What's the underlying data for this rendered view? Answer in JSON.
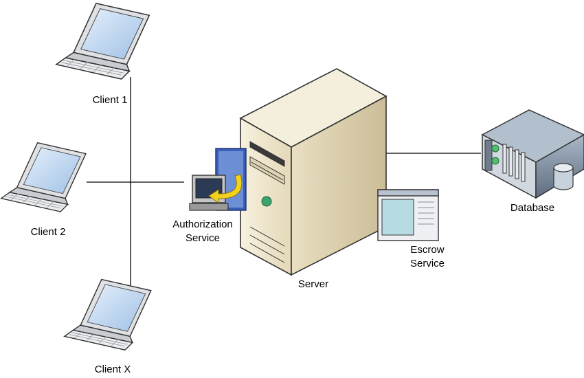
{
  "nodes": {
    "client_1": {
      "label": "Client 1",
      "icon": "laptop-icon"
    },
    "client_2": {
      "label": "Client 2",
      "icon": "laptop-icon"
    },
    "client_x": {
      "label": "Client X",
      "icon": "laptop-icon"
    },
    "authorization_service": {
      "label_line1": "Authorization",
      "label_line2": "Service",
      "icon": "authorization-icon"
    },
    "server": {
      "label": "Server",
      "icon": "tower-server-icon"
    },
    "escrow_service": {
      "label_line1": "Escrow",
      "label_line2": "Service",
      "icon": "window-icon"
    },
    "database": {
      "label": "Database",
      "icon": "database-server-icon"
    }
  },
  "colors": {
    "line": "#000000",
    "server_body": "#efe6cf",
    "server_side": "#d6c9a6",
    "screen": "#b8d4f0",
    "arrow": "#f3d21b"
  }
}
